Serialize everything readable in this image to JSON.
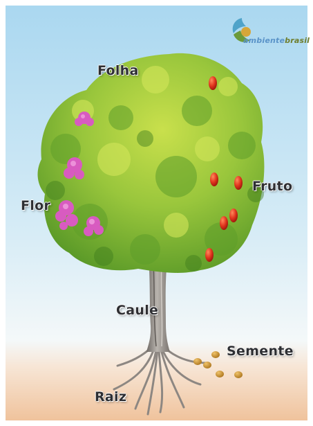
{
  "labels": {
    "leaf": "Folha",
    "flower": "Flor",
    "fruit": "Fruto",
    "stem": "Caule",
    "seed": "Semente",
    "root": "Raiz"
  },
  "logo": {
    "text_part1": "ambiente",
    "text_part2": "brasil"
  },
  "colors": {
    "sky_top": "#a9d7f0",
    "sky_bottom": "#eef7fb",
    "ground": "#f3c9a4",
    "foliage_dark": "#4e8f22",
    "foliage_mid": "#8ec23a",
    "foliage_light": "#c4de4a",
    "flower": "#d85bc0",
    "fruit": "#d9301c",
    "trunk": "#8a8580",
    "label_text": "#2e2f33"
  },
  "icons": [
    "ambientebrasil-logo",
    "tree-illustration"
  ]
}
